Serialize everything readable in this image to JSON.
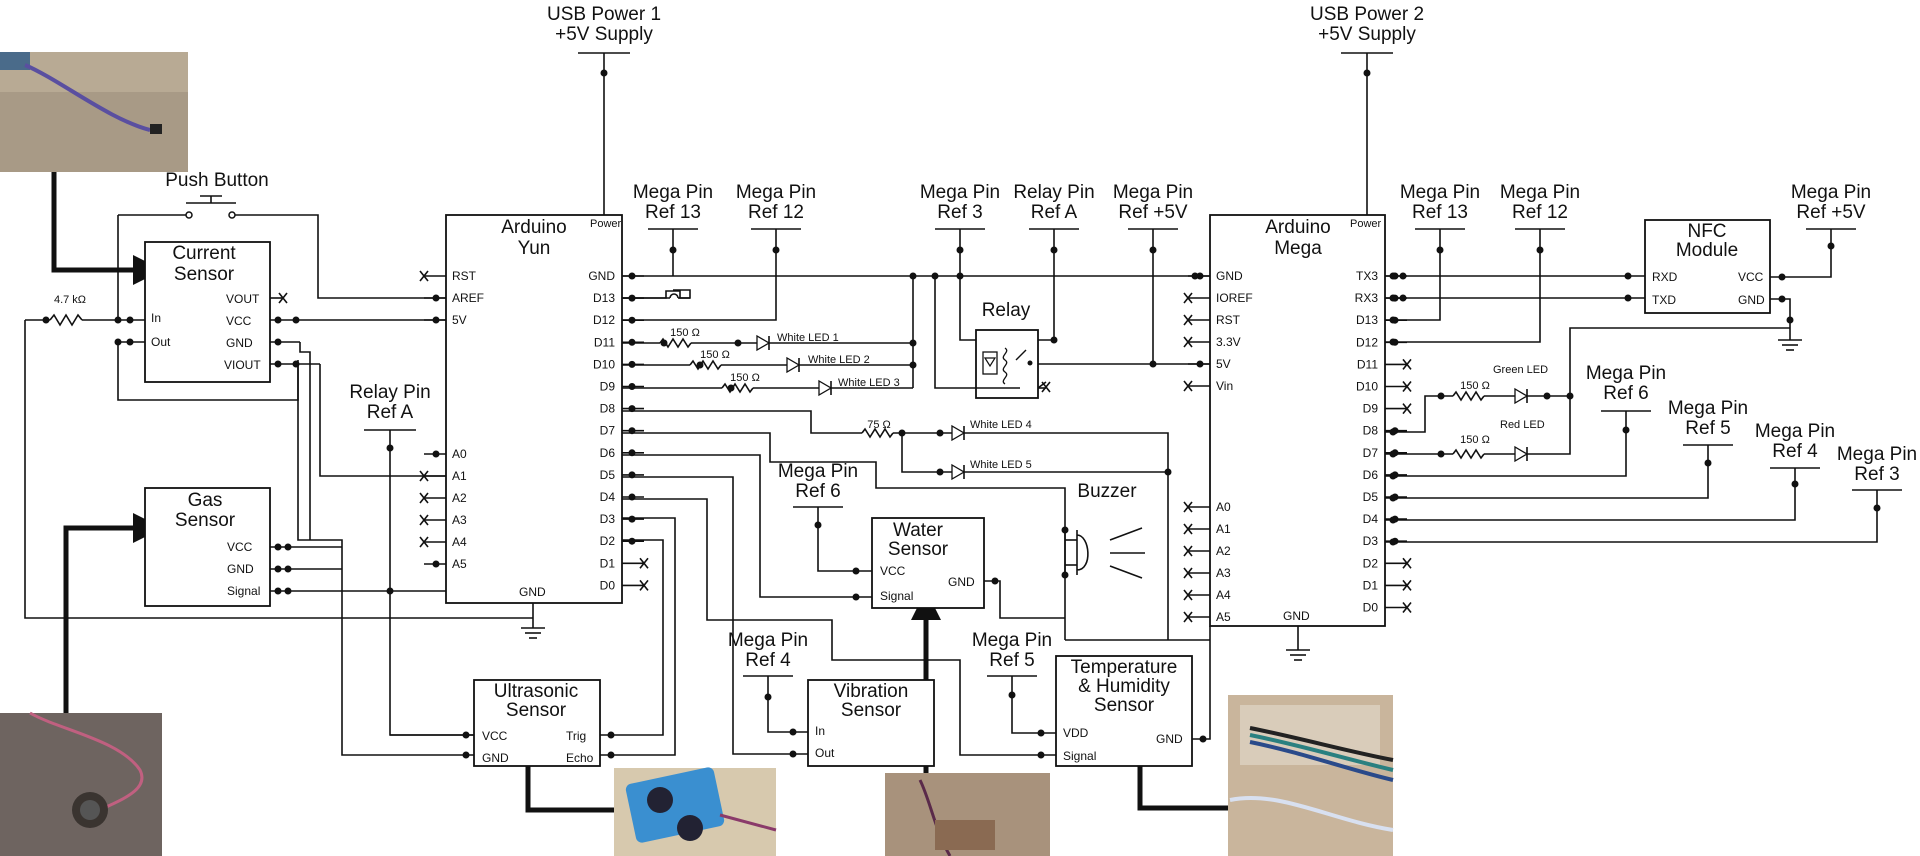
{
  "supplies": {
    "usb1": {
      "title": "USB Power 1",
      "sub": "+5V Supply"
    },
    "usb2": {
      "title": "USB Power 2",
      "sub": "+5V Supply"
    }
  },
  "components": {
    "push_button": "Push Button",
    "current_sensor": {
      "line1": "Current",
      "line2": "Sensor",
      "pins": [
        "In",
        "Out",
        "VOUT",
        "VCC",
        "GND",
        "VIOUT"
      ]
    },
    "gas_sensor": {
      "line1": "Gas",
      "line2": "Sensor",
      "pins": [
        "VCC",
        "GND",
        "Signal"
      ]
    },
    "yun": {
      "line1": "Arduino",
      "line2": "Yun",
      "power": "Power",
      "left_pins": [
        "RST",
        "AREF",
        "5V",
        "A0",
        "A1",
        "A2",
        "A3",
        "A4",
        "A5"
      ],
      "right_pins": [
        "GND",
        "D13",
        "D12",
        "D11",
        "D10",
        "D9",
        "D8",
        "D7",
        "D6",
        "D5",
        "D4",
        "D3",
        "D2",
        "D1",
        "D0"
      ],
      "gnd": "GND"
    },
    "mega": {
      "line1": "Arduino",
      "line2": "Mega",
      "power": "Power",
      "left_pins": [
        "GND",
        "IOREF",
        "RST",
        "3.3V",
        "5V",
        "Vin",
        "A0",
        "A1",
        "A2",
        "A3",
        "A4",
        "A5"
      ],
      "right_pins": [
        "TX3",
        "RX3",
        "D13",
        "D12",
        "D11",
        "D10",
        "D9",
        "D8",
        "D7",
        "D6",
        "D5",
        "D4",
        "D3",
        "D2",
        "D1",
        "D0"
      ],
      "gnd": "GND"
    },
    "relay": "Relay",
    "nfc": {
      "line1": "NFC",
      "line2": "Module",
      "pins": [
        "RXD",
        "TXD",
        "VCC",
        "GND"
      ]
    },
    "water": {
      "line1": "Water",
      "line2": "Sensor",
      "pins": [
        "VCC",
        "Signal",
        "GND"
      ]
    },
    "buzzer": "Buzzer",
    "ultrasonic": {
      "line1": "Ultrasonic",
      "line2": "Sensor",
      "pins": [
        "VCC",
        "GND",
        "Trig",
        "Echo"
      ]
    },
    "vibration": {
      "line1": "Vibration",
      "line2": "Sensor",
      "pins": [
        "In",
        "Out"
      ]
    },
    "temp": {
      "line1": "Temperature",
      "line2": "& Humidity",
      "line3": "Sensor",
      "pins": [
        "VDD",
        "Signal",
        "GND"
      ]
    }
  },
  "resistors": {
    "r_current": "4.7 kΩ",
    "r1": "150 Ω",
    "r2": "150 Ω",
    "r3": "150 Ω",
    "r4": "75 Ω",
    "r_green": "150 Ω",
    "r_red": "150 Ω"
  },
  "leds": {
    "w1": "White LED 1",
    "w2": "White LED 2",
    "w3": "White LED 3",
    "w4": "White LED 4",
    "w5": "White LED 5",
    "green": "Green LED",
    "red": "Red LED"
  },
  "refs": {
    "mega13": {
      "l1": "Mega Pin",
      "l2": "Ref 13"
    },
    "mega12": {
      "l1": "Mega Pin",
      "l2": "Ref 12"
    },
    "mega3": {
      "l1": "Mega Pin",
      "l2": "Ref 3"
    },
    "relayA": {
      "l1": "Relay Pin",
      "l2": "Ref A"
    },
    "mega5v": {
      "l1": "Mega Pin",
      "l2": "Ref +5V"
    },
    "mega13b": {
      "l1": "Mega Pin",
      "l2": "Ref 13"
    },
    "mega12b": {
      "l1": "Mega Pin",
      "l2": "Ref 12"
    },
    "mega5vb": {
      "l1": "Mega Pin",
      "l2": "Ref +5V"
    },
    "relayAleft": {
      "l1": "Relay Pin",
      "l2": "Ref A"
    },
    "mega6": {
      "l1": "Mega Pin",
      "l2": "Ref 6"
    },
    "mega4": {
      "l1": "Mega Pin",
      "l2": "Ref 4"
    },
    "mega5": {
      "l1": "Mega Pin",
      "l2": "Ref 5"
    },
    "mega6r": {
      "l1": "Mega Pin",
      "l2": "Ref 6"
    },
    "mega5r": {
      "l1": "Mega Pin",
      "l2": "Ref 5"
    },
    "mega4r": {
      "l1": "Mega Pin",
      "l2": "Ref 4"
    },
    "mega3r": {
      "l1": "Mega Pin",
      "l2": "Ref 3"
    }
  }
}
